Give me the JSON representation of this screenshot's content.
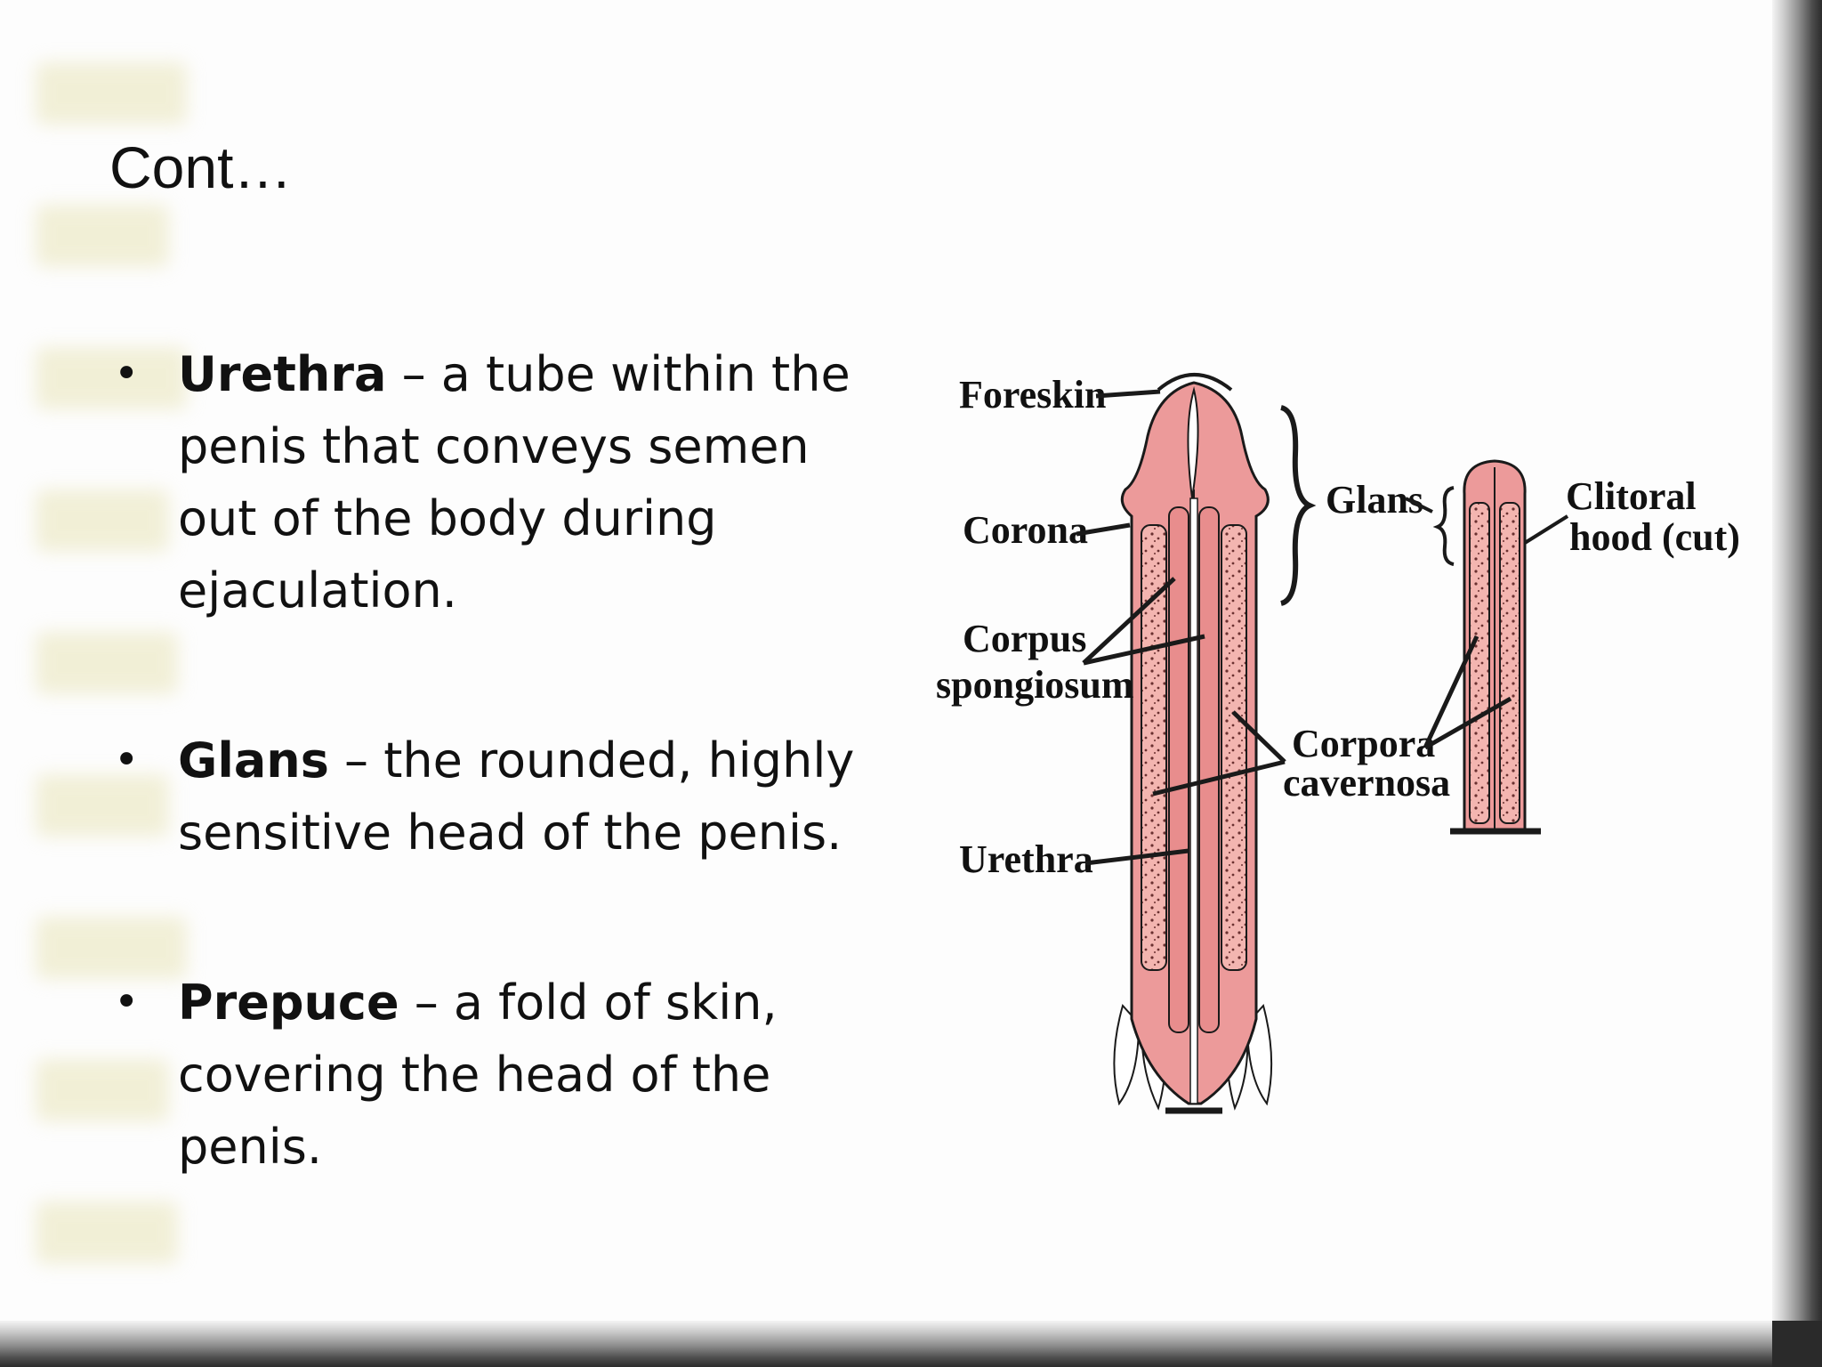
{
  "slide": {
    "title": "Cont…",
    "bullets": [
      {
        "term": "Urethra",
        "text": " – a tube within the penis that conveys semen out of the body during ejaculation."
      },
      {
        "term": "Glans",
        "text": " – the rounded, highly sensitive head of the penis."
      },
      {
        "term": "Prepuce",
        "text": " – a fold of skin, covering the head of the penis."
      }
    ]
  },
  "diagram": {
    "labels": {
      "foreskin": "Foreskin",
      "corona": "Corona",
      "corpus_1": "Corpus",
      "corpus_2": "spongiosum",
      "urethra": "Urethra",
      "glans": "Glans",
      "clitoral_1": "Clitoral",
      "clitoral_2": "hood (cut)",
      "corpora_1": "Corpora",
      "corpora_2": "cavernosa"
    },
    "colors": {
      "tissue": "#ec9a9a",
      "tissue_light": "#f3b5b0",
      "outline": "#1a1a1a"
    }
  }
}
